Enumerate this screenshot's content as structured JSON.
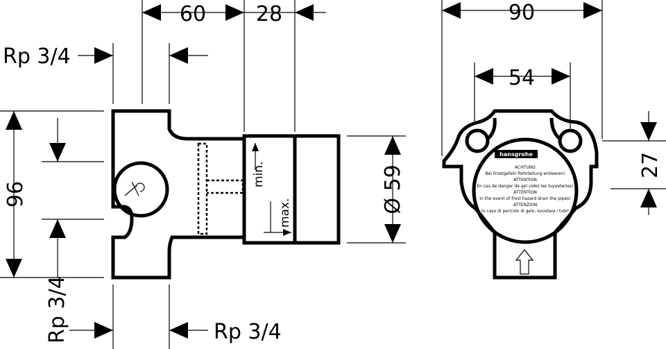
{
  "side_view": {
    "dim_width_top": "60",
    "dim_depth_top": "28",
    "dim_height": "96",
    "dim_diameter": "Ø 59",
    "port_top_left": "Rp 3/4",
    "port_bottom_left": "Rp 3/4",
    "port_bottom_right": "Rp 3/4",
    "label_min": "min.",
    "label_max": "max."
  },
  "front_view": {
    "dim_width": "90",
    "dim_port_spacing": "54",
    "dim_port_offset": "27",
    "brand": "hansgrohe",
    "warning_lines": [
      "ACHTUNG",
      "Bei Frostgefahr Rohrleitung entleeren!",
      "ATTENTION",
      "En cas de danger de gel videz les tuyauteries!",
      "ATTENTION",
      "In the event of frost hazard drain the pipes!",
      "ATTENZION",
      "In caso di pericolo di gelo, svuotare i tubi!"
    ]
  }
}
